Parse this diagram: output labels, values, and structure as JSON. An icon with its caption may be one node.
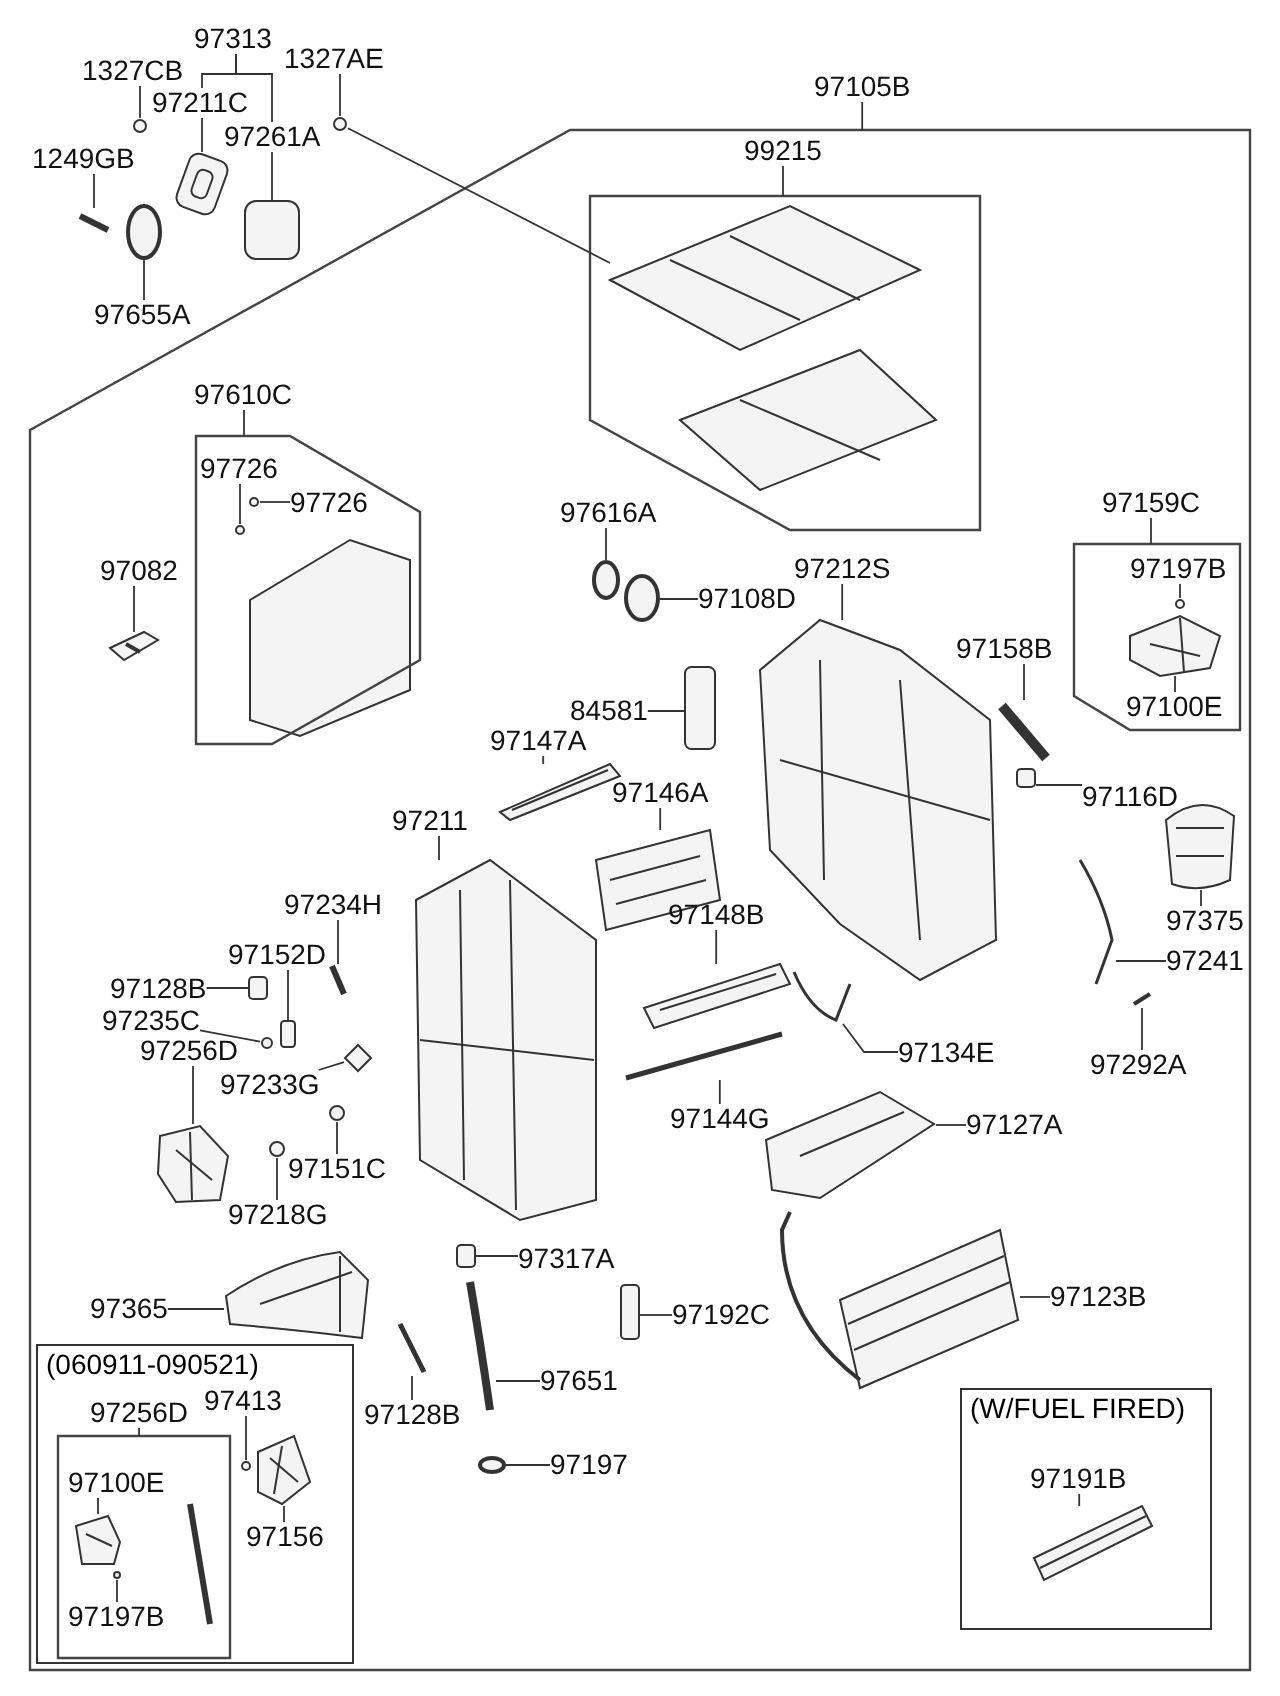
{
  "diagram": {
    "nodes": [
      {
        "text": [
          "1327CB"
        ]
      },
      {
        "text": [
          "97313"
        ]
      },
      {
        "text": [
          "97211C"
        ]
      },
      {
        "text": [
          "97261A"
        ]
      },
      {
        "text": [
          "1327AE"
        ]
      },
      {
        "text": [
          "1249GB"
        ]
      },
      {
        "text": [
          "97655A"
        ]
      },
      {
        "text": [
          "97105B"
        ]
      },
      {
        "text": [],
        "shape": "box"
      },
      {
        "text": [
          "99215"
        ],
        "in": 8
      },
      {
        "text": [],
        "shape": "box",
        "in": 8
      },
      {
        "text": [
          "97610C"
        ],
        "in": 8
      },
      {
        "text": [],
        "shape": "box",
        "in": 8
      },
      {
        "text": [
          "97726"
        ],
        "in": 12
      },
      {
        "text": [
          "97726"
        ],
        "in": 12
      },
      {
        "text": [
          "97082"
        ],
        "in": 8
      },
      {
        "text": [
          "97616A"
        ],
        "in": 8
      },
      {
        "text": [
          "97108D"
        ],
        "in": 8
      },
      {
        "text": [
          "97212S"
        ],
        "in": 8
      },
      {
        "text": [
          "97159C"
        ],
        "in": 8
      },
      {
        "text": [],
        "shape": "box",
        "in": 8
      },
      {
        "text": [
          "97197B"
        ],
        "in": 20
      },
      {
        "text": [
          "97100E"
        ],
        "in": 20
      },
      {
        "text": [
          "97158B"
        ],
        "in": 8
      },
      {
        "text": [
          "84581"
        ],
        "in": 8
      },
      {
        "text": [
          "97147A"
        ],
        "in": 8
      },
      {
        "text": [
          "97116D"
        ],
        "in": 8
      },
      {
        "text": [
          "97211"
        ],
        "in": 8
      },
      {
        "text": [
          "97146A"
        ],
        "in": 8
      },
      {
        "text": [
          "97375"
        ],
        "in": 8
      },
      {
        "text": [
          "97234H"
        ],
        "in": 8
      },
      {
        "text": [
          "97148B"
        ],
        "in": 8
      },
      {
        "text": [
          "97241"
        ],
        "in": 8
      },
      {
        "text": [
          "97152D"
        ],
        "in": 8
      },
      {
        "text": [
          "97128B"
        ],
        "in": 8
      },
      {
        "text": [
          "97235C"
        ],
        "in": 8
      },
      {
        "text": [
          "97256D"
        ],
        "in": 8
      },
      {
        "text": [
          "97233G"
        ],
        "in": 8
      },
      {
        "text": [
          "97134E"
        ],
        "in": 8
      },
      {
        "text": [
          "97144G"
        ],
        "in": 8
      },
      {
        "text": [
          "97292A"
        ],
        "in": 8
      },
      {
        "text": [
          "97151C"
        ],
        "in": 8
      },
      {
        "text": [
          "97127A"
        ],
        "in": 8
      },
      {
        "text": [
          "97218G"
        ],
        "in": 8
      },
      {
        "text": [
          "97317A"
        ],
        "in": 8
      },
      {
        "text": [
          "97365"
        ],
        "in": 8
      },
      {
        "text": [
          "97192C"
        ],
        "in": 8
      },
      {
        "text": [
          "97123B"
        ],
        "in": 8
      },
      {
        "text": [
          "(060911-090521)"
        ],
        "in": 8
      },
      {
        "text": [
          "97256D"
        ],
        "in": 48
      },
      {
        "text": [
          "97413"
        ],
        "in": 48
      },
      {
        "text": [],
        "shape": "box",
        "in": 48
      },
      {
        "text": [
          "97100E"
        ],
        "in": 51
      },
      {
        "text": [
          "97156"
        ],
        "in": 48
      },
      {
        "text": [
          "97197B"
        ],
        "in": 51
      },
      {
        "text": [
          "97128B"
        ],
        "in": 8
      },
      {
        "text": [
          "97651"
        ],
        "in": 8
      },
      {
        "text": [
          "(W/FUEL FIRED)"
        ],
        "in": 8
      },
      {
        "text": [
          "97191B"
        ],
        "in": 57
      },
      {
        "text": [
          "97197"
        ],
        "in": 8
      },
      {
        "text": [],
        "shape": "circle"
      },
      {
        "text": [],
        "shape": "picture"
      },
      {
        "text": [],
        "shape": "box"
      },
      {
        "text": [],
        "shape": "circle"
      },
      {
        "text": [],
        "shape": "picture"
      },
      {
        "text": [],
        "shape": "circle"
      },
      {
        "text": [],
        "shape": "picture",
        "in": 10
      },
      {
        "text": [],
        "shape": "circle",
        "in": 12
      },
      {
        "text": [],
        "shape": "circle",
        "in": 12
      },
      {
        "text": [],
        "shape": "picture",
        "in": 8
      },
      {
        "text": [],
        "shape": "circle",
        "in": 8
      },
      {
        "text": [],
        "shape": "circle",
        "in": 8
      },
      {
        "text": [],
        "shape": "box",
        "in": 8
      },
      {
        "text": [],
        "shape": "picture",
        "in": 8
      },
      {
        "text": [],
        "shape": "circle",
        "in": 20
      },
      {
        "text": [],
        "shape": "picture",
        "in": 20
      },
      {
        "text": [],
        "shape": "picture",
        "in": 8
      },
      {
        "text": [],
        "shape": "box",
        "in": 8
      },
      {
        "text": [],
        "shape": "picture",
        "in": 8
      },
      {
        "text": [],
        "shape": "picture",
        "in": 8
      },
      {
        "text": [],
        "shape": "picture",
        "in": 8
      },
      {
        "text": [],
        "shape": "picture",
        "in": 8
      },
      {
        "text": [],
        "shape": "picture",
        "in": 8
      },
      {
        "text": [],
        "shape": "picture",
        "in": 8
      },
      {
        "text": [],
        "shape": "picture",
        "in": 8
      },
      {
        "text": [],
        "shape": "picture",
        "in": 8
      },
      {
        "text": [],
        "shape": "picture",
        "in": 8
      },
      {
        "text": [],
        "shape": "box",
        "in": 8
      },
      {
        "text": [],
        "shape": "box",
        "in": 8
      },
      {
        "text": [],
        "shape": "circle",
        "in": 8
      },
      {
        "text": [],
        "shape": "picture",
        "in": 8
      },
      {
        "text": [],
        "shape": "diamond",
        "in": 8
      },
      {
        "text": [],
        "shape": "circle",
        "in": 8
      },
      {
        "text": [],
        "shape": "circle",
        "in": 8
      },
      {
        "text": [],
        "shape": "picture",
        "in": 8
      },
      {
        "text": [],
        "shape": "picture",
        "in": 8
      },
      {
        "text": [],
        "shape": "picture",
        "in": 8
      },
      {
        "text": [],
        "shape": "box",
        "in": 8
      },
      {
        "text": [],
        "shape": "box",
        "in": 8
      },
      {
        "text": [],
        "shape": "picture",
        "in": 8
      },
      {
        "text": [],
        "shape": "picture",
        "in": 8
      },
      {
        "text": [],
        "shape": "circle",
        "in": 8
      },
      {
        "text": [],
        "shape": "picture",
        "in": 8
      },
      {
        "text": [],
        "shape": "circle",
        "in": 48
      },
      {
        "text": [],
        "shape": "picture",
        "in": 48
      },
      {
        "text": [],
        "shape": "picture",
        "in": 51
      },
      {
        "text": [],
        "shape": "circle",
        "in": 51
      },
      {
        "text": [],
        "shape": "picture",
        "in": 57
      }
    ],
    "edges": [
      {
        "from": 0,
        "to": 60,
        "arrow": "none"
      },
      {
        "from": 1,
        "to": 2,
        "arrow": "none"
      },
      {
        "from": 1,
        "to": 3,
        "arrow": "none"
      },
      {
        "from": 2,
        "to": 61,
        "arrow": "none"
      },
      {
        "from": 3,
        "to": 62,
        "arrow": "none"
      },
      {
        "from": 4,
        "to": 63,
        "arrow": "none"
      },
      {
        "from": 5,
        "to": 64,
        "arrow": "none"
      },
      {
        "from": 6,
        "to": 65,
        "arrow": "none"
      },
      {
        "from": 63,
        "to": 66,
        "arrow": "none"
      },
      {
        "from": 7,
        "to": 8,
        "arrow": "none"
      },
      {
        "from": 9,
        "to": 10,
        "arrow": "none"
      },
      {
        "from": 11,
        "to": 12,
        "arrow": "none"
      },
      {
        "from": 13,
        "to": 67,
        "arrow": "none"
      },
      {
        "from": 14,
        "to": 68,
        "arrow": "none"
      },
      {
        "from": 15,
        "to": 69,
        "arrow": "none"
      },
      {
        "from": 16,
        "to": 70,
        "arrow": "none"
      },
      {
        "from": 17,
        "to": 71,
        "arrow": "none"
      },
      {
        "from": 18,
        "to": 73,
        "arrow": "none"
      },
      {
        "from": 19,
        "to": 20,
        "arrow": "none"
      },
      {
        "from": 21,
        "to": 74,
        "arrow": "none"
      },
      {
        "from": 22,
        "to": 75,
        "arrow": "none"
      },
      {
        "from": 23,
        "to": 76,
        "arrow": "none"
      },
      {
        "from": 24,
        "to": 72,
        "arrow": "none"
      },
      {
        "from": 25,
        "to": 80,
        "arrow": "none"
      },
      {
        "from": 26,
        "to": 77,
        "arrow": "none"
      },
      {
        "from": 27,
        "to": 85,
        "arrow": "none"
      },
      {
        "from": 28,
        "to": 81,
        "arrow": "none"
      },
      {
        "from": 29,
        "to": 78,
        "arrow": "none"
      },
      {
        "from": 30,
        "to": 86,
        "arrow": "none"
      },
      {
        "from": 31,
        "to": 82,
        "arrow": "none"
      },
      {
        "from": 32,
        "to": 79,
        "arrow": "none"
      },
      {
        "from": 33,
        "to": 87,
        "arrow": "none"
      },
      {
        "from": 34,
        "to": 88,
        "arrow": "none"
      },
      {
        "from": 35,
        "to": 89,
        "arrow": "none"
      },
      {
        "from": 36,
        "to": 90,
        "arrow": "none"
      },
      {
        "from": 37,
        "to": 91,
        "arrow": "none"
      },
      {
        "from": 38,
        "to": 84,
        "arrow": "none"
      },
      {
        "from": 39,
        "to": 83,
        "arrow": "none"
      },
      {
        "from": 40,
        "to": 94,
        "arrow": "none"
      },
      {
        "from": 41,
        "to": 92,
        "arrow": "none"
      },
      {
        "from": 42,
        "to": 95,
        "arrow": "none"
      },
      {
        "from": 43,
        "to": 93,
        "arrow": "none"
      },
      {
        "from": 44,
        "to": 97,
        "arrow": "none"
      },
      {
        "from": 45,
        "to": 96,
        "arrow": "none"
      },
      {
        "from": 46,
        "to": 98,
        "arrow": "none"
      },
      {
        "from": 47,
        "to": 99,
        "arrow": "none"
      },
      {
        "from": 49,
        "to": 51,
        "arrow": "none"
      },
      {
        "from": 50,
        "to": 103,
        "arrow": "none"
      },
      {
        "from": 52,
        "to": 105,
        "arrow": "none"
      },
      {
        "from": 53,
        "to": 104,
        "arrow": "none"
      },
      {
        "from": 54,
        "to": 106,
        "arrow": "none"
      },
      {
        "from": 55,
        "to": 102,
        "arrow": "none"
      },
      {
        "from": 56,
        "to": 100,
        "arrow": "none"
      },
      {
        "from": 58,
        "to": 107,
        "arrow": "none"
      },
      {
        "from": 59,
        "to": 101,
        "arrow": "none"
      }
    ]
  }
}
